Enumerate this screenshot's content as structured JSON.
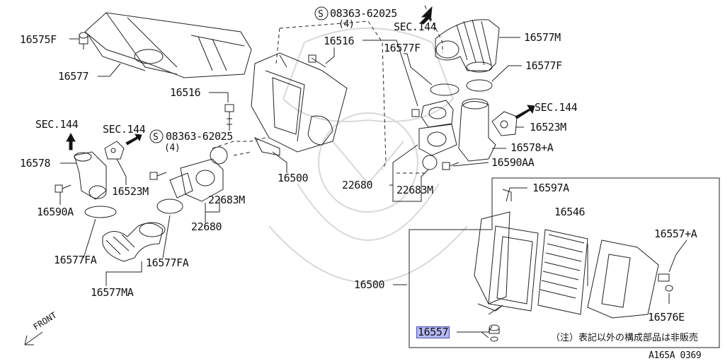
{
  "labels": {
    "p16575F": "16575F",
    "p16577": "16577",
    "p16516_top": "16516",
    "p16516_mid": "16516",
    "bolt_top": "08363-62025",
    "bolt_top_qty": "(4)",
    "sec144_top": "SEC.144",
    "p16577M": "16577M",
    "p16577F_l": "16577F",
    "p16577F_r": "16577F",
    "sec144_right": "SEC.144",
    "p16523M_r": "16523M",
    "p16578A": "16578+A",
    "p16590AA": "16590AA",
    "sec144_left1": "SEC.144",
    "sec144_left2": "SEC.144",
    "bolt_mid": "08363-62025",
    "bolt_mid_qty": "(4)",
    "p16578": "16578",
    "p16523M_l": "16523M",
    "p16590A": "16590A",
    "p22683M_l": "22683M",
    "p22680_l": "22680",
    "p16500_main": "16500",
    "p22680_r": "22680",
    "p22683M_r": "22683M",
    "p16597A": "16597A",
    "p16546": "16546",
    "p16557A": "16557+A",
    "p16500_box": "16500",
    "p16576E": "16576E",
    "p16577FA_l": "16577FA",
    "p16577FA_r": "16577FA",
    "p16577MA": "16577MA",
    "p16557": "16557",
    "front": "FRONT",
    "note": "（注）表記以外の構成部品は非販売",
    "code": "A165A 0369"
  },
  "symbols": {
    "s_circle": "S"
  },
  "highlight_color": "#b5b8f2"
}
